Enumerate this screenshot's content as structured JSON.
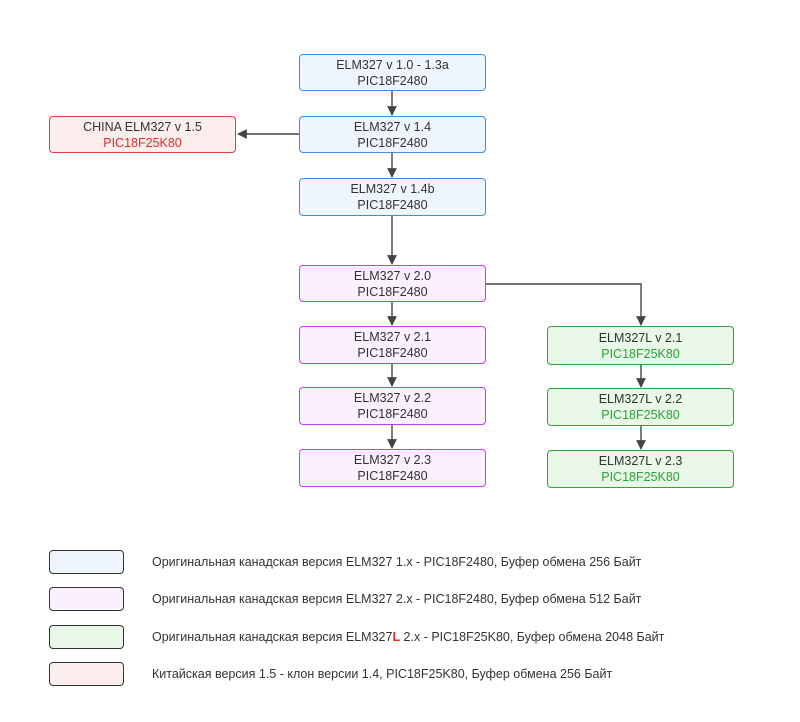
{
  "nodes": {
    "v10": {
      "title": "ELM327 v 1.0 - 1.3a",
      "chip": "PIC18F2480"
    },
    "v14": {
      "title": "ELM327 v 1.4",
      "chip": "PIC18F2480"
    },
    "china": {
      "title": "CHINA ELM327 v 1.5",
      "chip": "PIC18F25K80"
    },
    "v14b": {
      "title": "ELM327 v 1.4b",
      "chip": "PIC18F2480"
    },
    "v20": {
      "title": "ELM327 v 2.0",
      "chip": "PIC18F2480"
    },
    "v21": {
      "title": "ELM327 v 2.1",
      "chip": "PIC18F2480"
    },
    "v22": {
      "title": "ELM327 v 2.2",
      "chip": "PIC18F2480"
    },
    "v23": {
      "title": "ELM327 v 2.3",
      "chip": "PIC18F2480"
    },
    "l21": {
      "title": "ELM327L v 2.1",
      "chip": "PIC18F25K80"
    },
    "l22": {
      "title": "ELM327L v 2.2",
      "chip": "PIC18F25K80"
    },
    "l23": {
      "title": "ELM327L v 2.3",
      "chip": "PIC18F25K80"
    }
  },
  "edges": [
    [
      "v10",
      "v14"
    ],
    [
      "v14",
      "china"
    ],
    [
      "v14",
      "v14b"
    ],
    [
      "v14b",
      "v20"
    ],
    [
      "v20",
      "v21"
    ],
    [
      "v21",
      "v22"
    ],
    [
      "v22",
      "v23"
    ],
    [
      "v20",
      "l21"
    ],
    [
      "l21",
      "l22"
    ],
    [
      "l22",
      "l23"
    ]
  ],
  "legend": {
    "blue": "Оригинальная канадская версия ELM327 1.x - PIC18F2480, Буфер обмена 256 Байт",
    "purple": "Оригинальная канадская версия ELM327 2.x - PIC18F2480, Буфер обмена 512 Байт",
    "green": {
      "pre": "Оригинальная канадская версия ELM327",
      "highlight": "L",
      "post": " 2.x - PIC18F25K80, Буфер обмена 2048 Байт"
    },
    "red": "Китайская версия 1.5 - клон версии 1.4, PIC18F25K80, Буфер обмена 256 Байт"
  },
  "colors": {
    "blue": {
      "fill": "#eef5fd",
      "border": "#3d8fe0"
    },
    "purple": {
      "fill": "#fbf0fe",
      "border": "#c33ee8"
    },
    "green": {
      "fill": "#e8f7e8",
      "border": "#2fa43a",
      "text": "#2aa335"
    },
    "red": {
      "fill": "#fdeeee",
      "border": "#df3c3c",
      "text": "#e02b2b"
    },
    "arrow": "#444444"
  }
}
